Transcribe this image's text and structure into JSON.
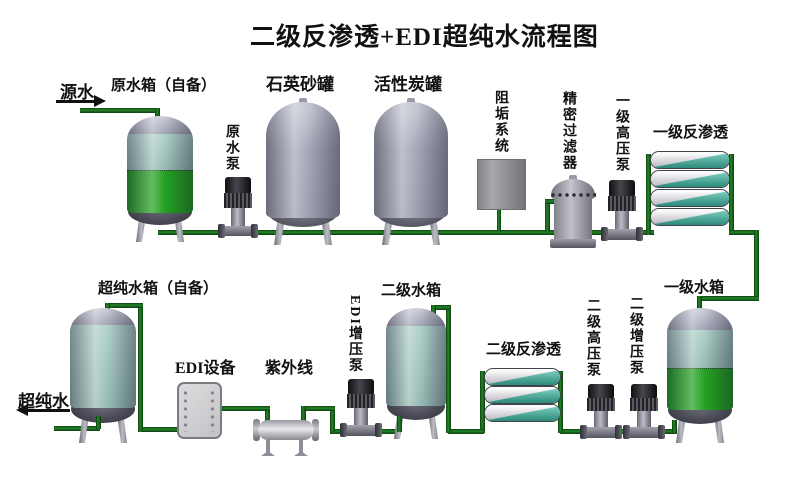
{
  "title": "二级反渗透+EDI超纯水流程图",
  "labels": {
    "source_water": "源水",
    "raw_water_tank": "原水箱（自备）",
    "raw_water_pump": "原水泵",
    "quartz_sand_filter": "石英砂罐",
    "activated_carbon_filter": "活性炭罐",
    "antiscalant_system": "阻垢系统",
    "precision_filter": "精密过滤器",
    "stage1_high_pressure_pump": "一级高压泵",
    "stage1_reverse_osmosis": "一级反渗透",
    "stage1_water_tank": "一级水箱",
    "stage2_booster_pump": "二级增压泵",
    "stage2_high_pressure_pump": "二级高压泵",
    "stage2_reverse_osmosis": "二级反渗透",
    "stage2_water_tank": "二级水箱",
    "edi_booster_pump": "EDI增压泵",
    "uv_sterilizer": "紫外线",
    "edi_unit": "EDI设备",
    "ultrapure_water_tank": "超纯水箱（自备）",
    "ultrapure_water_out": "超纯水"
  },
  "colors": {
    "pipe_green": "#176a19",
    "tank_green": "#1f9e1d",
    "tank_teal": "#a0c8c1",
    "membrane_teal": "#3f9d8e",
    "vessel_gray": "#a5a5b1",
    "dome_dark": "#3e3e4a",
    "text": "#111111",
    "background": "#ffffff"
  }
}
